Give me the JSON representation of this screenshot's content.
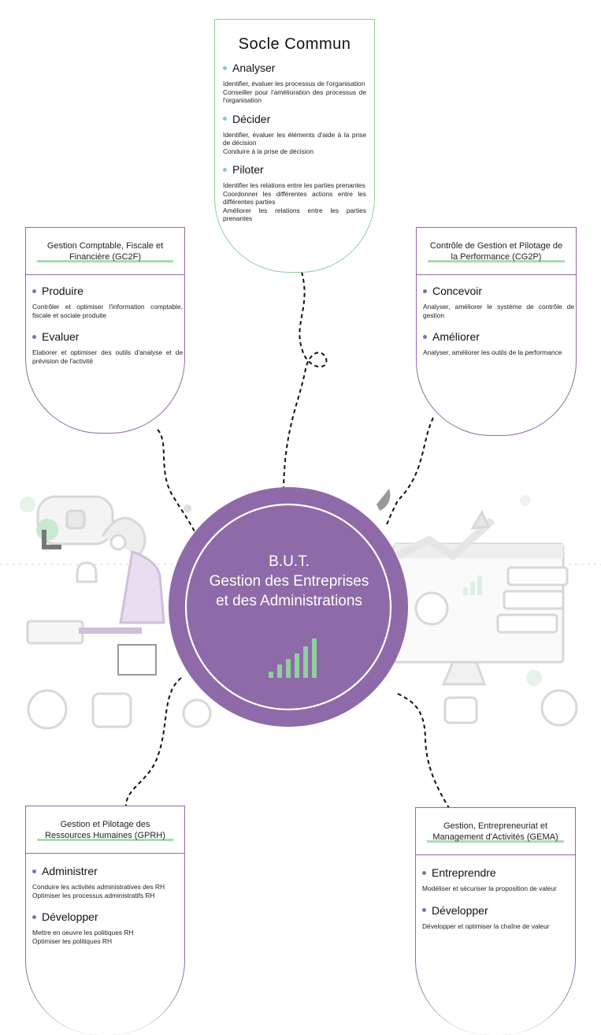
{
  "center": {
    "line1": "B.U.T.",
    "line2": "Gestion des Entreprises",
    "line3": "et des Administrations"
  },
  "socle": {
    "title": "Socle Commun",
    "sections": [
      {
        "title": "Analyser",
        "lines": [
          "Identifier, évaluer les processus de l'organisation",
          "Conseiller pour l'amélioration des processus de l'organisation"
        ]
      },
      {
        "title": "Décider",
        "lines": [
          "Identifier, évaluer les éléments d'aide à la prise de décision",
          "Conduire à la prise de décision"
        ]
      },
      {
        "title": "Piloter",
        "lines": [
          "Identifier les relations entre les parties prenantes",
          "Coordonner les différentes actions entre les différentes parties",
          "Améliorer les relations entre les parties prenantes"
        ]
      }
    ]
  },
  "gc2f": {
    "title": "Gestion Comptable, Fiscale et Financière (GC2F)",
    "sections": [
      {
        "title": "Produire",
        "lines": [
          "Contrôler et optimiser l'information comptable, fiscale et sociale produite"
        ]
      },
      {
        "title": "Evaluer",
        "lines": [
          "Elaborer et optimiser des outils d'analyse et de prévision de l'activité"
        ]
      }
    ]
  },
  "cg2p": {
    "title": "Contrôle de Gestion et Pilotage de la Performance (CG2P)",
    "sections": [
      {
        "title": "Concevoir",
        "lines": [
          "Analyser, améliorer le système de contrôle de gestion"
        ]
      },
      {
        "title": "Améliorer",
        "lines": [
          "Analyser, améliorer les outils de la performance"
        ]
      }
    ]
  },
  "gprh": {
    "title": "Gestion et Pilotage des Ressources Humaines (GPRH)",
    "sections": [
      {
        "title": "Administrer",
        "lines": [
          "Conduire les activités administratives des RH",
          "Optimiser les processus administratifs RH"
        ]
      },
      {
        "title": "Développer",
        "lines": [
          "Mettre en oeuvre les politiques RH",
          "Optimiser les politiques RH"
        ]
      }
    ]
  },
  "gema": {
    "title": "Gestion, Entrepreneuriat et Management d'Activités (GEMA)",
    "sections": [
      {
        "title": "Entreprendre",
        "lines": [
          "Modéliser et sécuriser la proposition de valeur"
        ]
      },
      {
        "title": "Développer",
        "lines": [
          "Développer et optimiser la chaîne de valeur"
        ]
      }
    ]
  },
  "colors": {
    "purple": "#8f6aa8",
    "green": "#8fcf9e",
    "illustration_gray": "#dedede"
  }
}
